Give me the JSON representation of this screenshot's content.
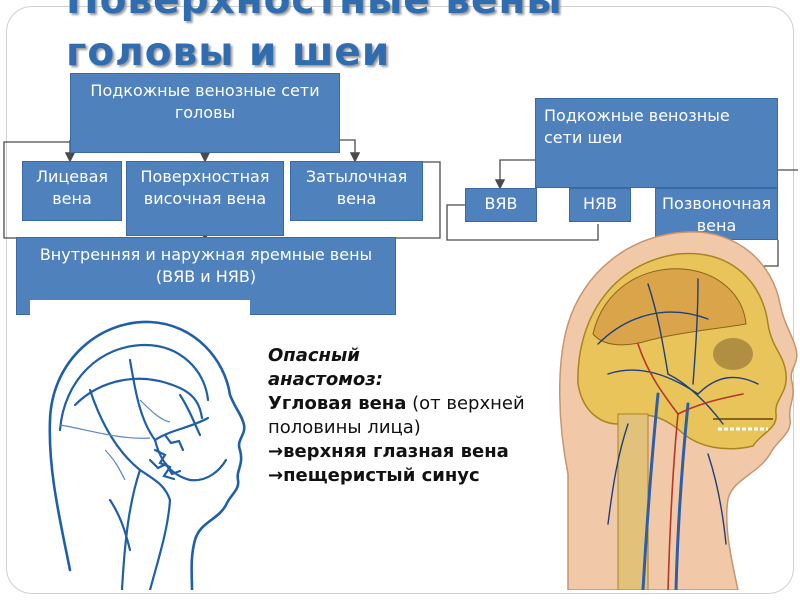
{
  "title": {
    "line1": "Поверхностные вены",
    "line2": "головы и шеи"
  },
  "head_box": {
    "label": "Подкожные венозные сети головы"
  },
  "neck_box": {
    "label": "Подкожные венозные сети шеи"
  },
  "head_veins": [
    {
      "label": "Лицевая вена"
    },
    {
      "label": "Поверхностная височная вена"
    },
    {
      "label": "Затылочная вена"
    }
  ],
  "jugular_box": {
    "label": "Внутренняя и наружная яремные вены (ВЯВ и НЯВ)"
  },
  "neck_veins": [
    {
      "label": "ВЯВ"
    },
    {
      "label": "НЯВ"
    },
    {
      "label": "Позвоночная вена"
    }
  ],
  "note": {
    "heading1": "Опасный",
    "heading2": "анастомоз:",
    "line1_bold": "Угловая вена",
    "line1_rest": "  (от верхней половины лица)",
    "line2": "→верхняя глазная вена →пещеристый синус"
  },
  "colors": {
    "box_fill": "#4f81bd",
    "title": "#2f6db0",
    "connector": "#4a4a4a"
  },
  "illustrations": {
    "left": "head-vein-sketch",
    "right": "head-neck-anatomy"
  }
}
